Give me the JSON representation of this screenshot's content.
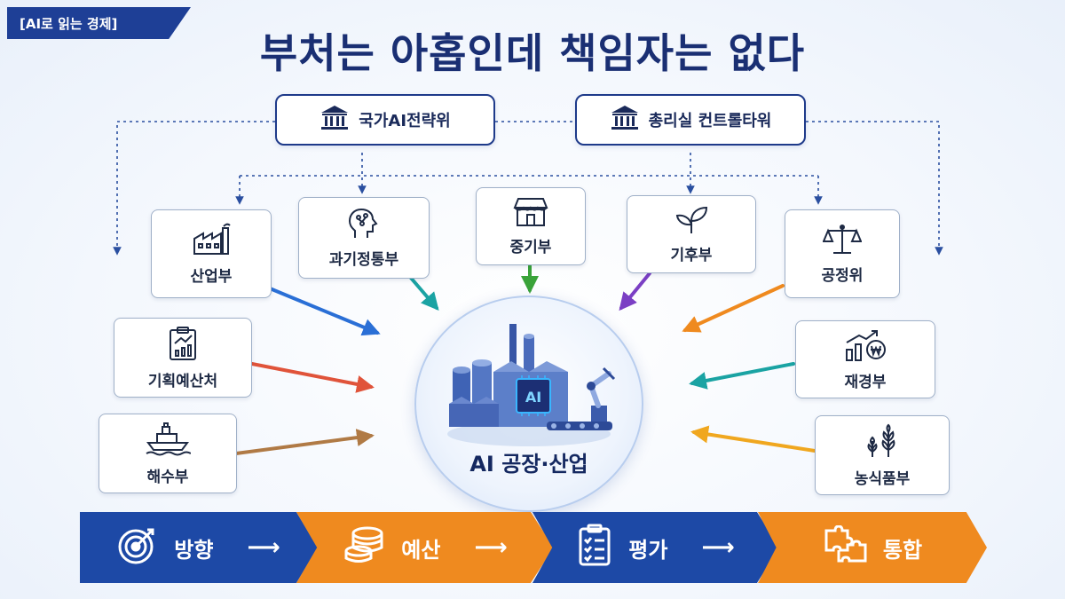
{
  "tag": "[AI로 읽는 경제]",
  "title": "부처는 아홉인데 책임자는 없다",
  "top": {
    "left_label": "국가AI전략위",
    "right_label": "총리실 컨트롤타워"
  },
  "agencies": {
    "industry": "산업부",
    "science": "과기정통부",
    "sme": "중기부",
    "climate": "기후부",
    "ftc": "공정위",
    "budget": "기획예산처",
    "finance": "재경부",
    "ocean": "해수부",
    "agri": "농식품부"
  },
  "center": {
    "label": "AI 공장·산업",
    "chip": "AI"
  },
  "steps": [
    {
      "label": "방향",
      "color": "#1d49a6",
      "icon": "target-icon"
    },
    {
      "label": "예산",
      "color": "#ef8a1f",
      "icon": "coins-icon"
    },
    {
      "label": "평가",
      "color": "#1d49a6",
      "icon": "checklist-icon"
    },
    {
      "label": "통합",
      "color": "#ef8a1f",
      "icon": "puzzle-icon"
    }
  ],
  "arrow_colors": {
    "industry": "#2a6fd6",
    "science": "#1aa3a3",
    "sme": "#3aa33a",
    "climate": "#7b3fc4",
    "ftc": "#ef8a1f",
    "budget": "#e0533a",
    "finance": "#1aa3a3",
    "ocean": "#b07a45",
    "agri": "#f0a71f"
  }
}
